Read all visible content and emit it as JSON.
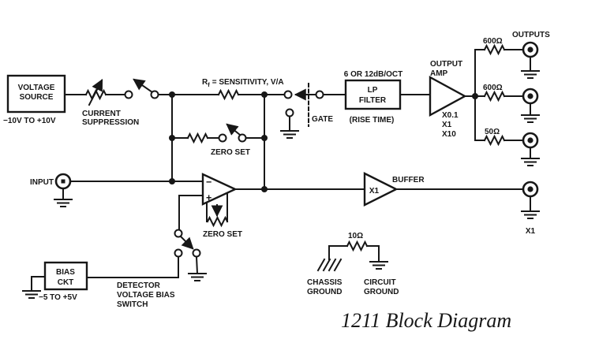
{
  "title": "1211 Block Diagram",
  "colors": {
    "ink": "#171717",
    "background": "#ffffff"
  },
  "voltage_source": {
    "line1": "VOLTAGE",
    "line2": "SOURCE",
    "range": "−10V TO +10V"
  },
  "current_suppression": {
    "line1": "CURRENT",
    "line2": "SUPPRESSION"
  },
  "rf_label": {
    "base": "R",
    "sub": "f",
    "rest": "= SENSITIVITY, V/A"
  },
  "zero_set_switch_label": "ZERO SET",
  "gate_label": "GATE",
  "lp_filter": {
    "slope": "6 OR 12dB/OCT",
    "line1": "LP",
    "line2": "FILTER",
    "note": "(RISE TIME)"
  },
  "output_amp": {
    "line1": "OUTPUT",
    "line2": "AMP",
    "gain1": "X0.1",
    "gain2": "X1",
    "gain3": "X10"
  },
  "outputs": {
    "header": "OUTPUTS",
    "r_top": "600Ω",
    "r_mid": "600Ω",
    "r_bot": "50Ω"
  },
  "input_label": "INPUT",
  "opamp": {
    "minus": "−",
    "plus": "+",
    "zero_set": "ZERO SET"
  },
  "buffer": {
    "label": "BUFFER",
    "gain": "X1",
    "output_label": "X1"
  },
  "bias": {
    "line1": "BIAS",
    "line2": "CKT",
    "range": "−5 TO +5V",
    "switch1": "DETECTOR",
    "switch2": "VOLTAGE BIAS",
    "switch3": "SWITCH"
  },
  "ground_ref": {
    "resistor": "10Ω",
    "chassis1": "CHASSIS",
    "chassis2": "GROUND",
    "circuit1": "CIRCUIT",
    "circuit2": "GROUND"
  }
}
